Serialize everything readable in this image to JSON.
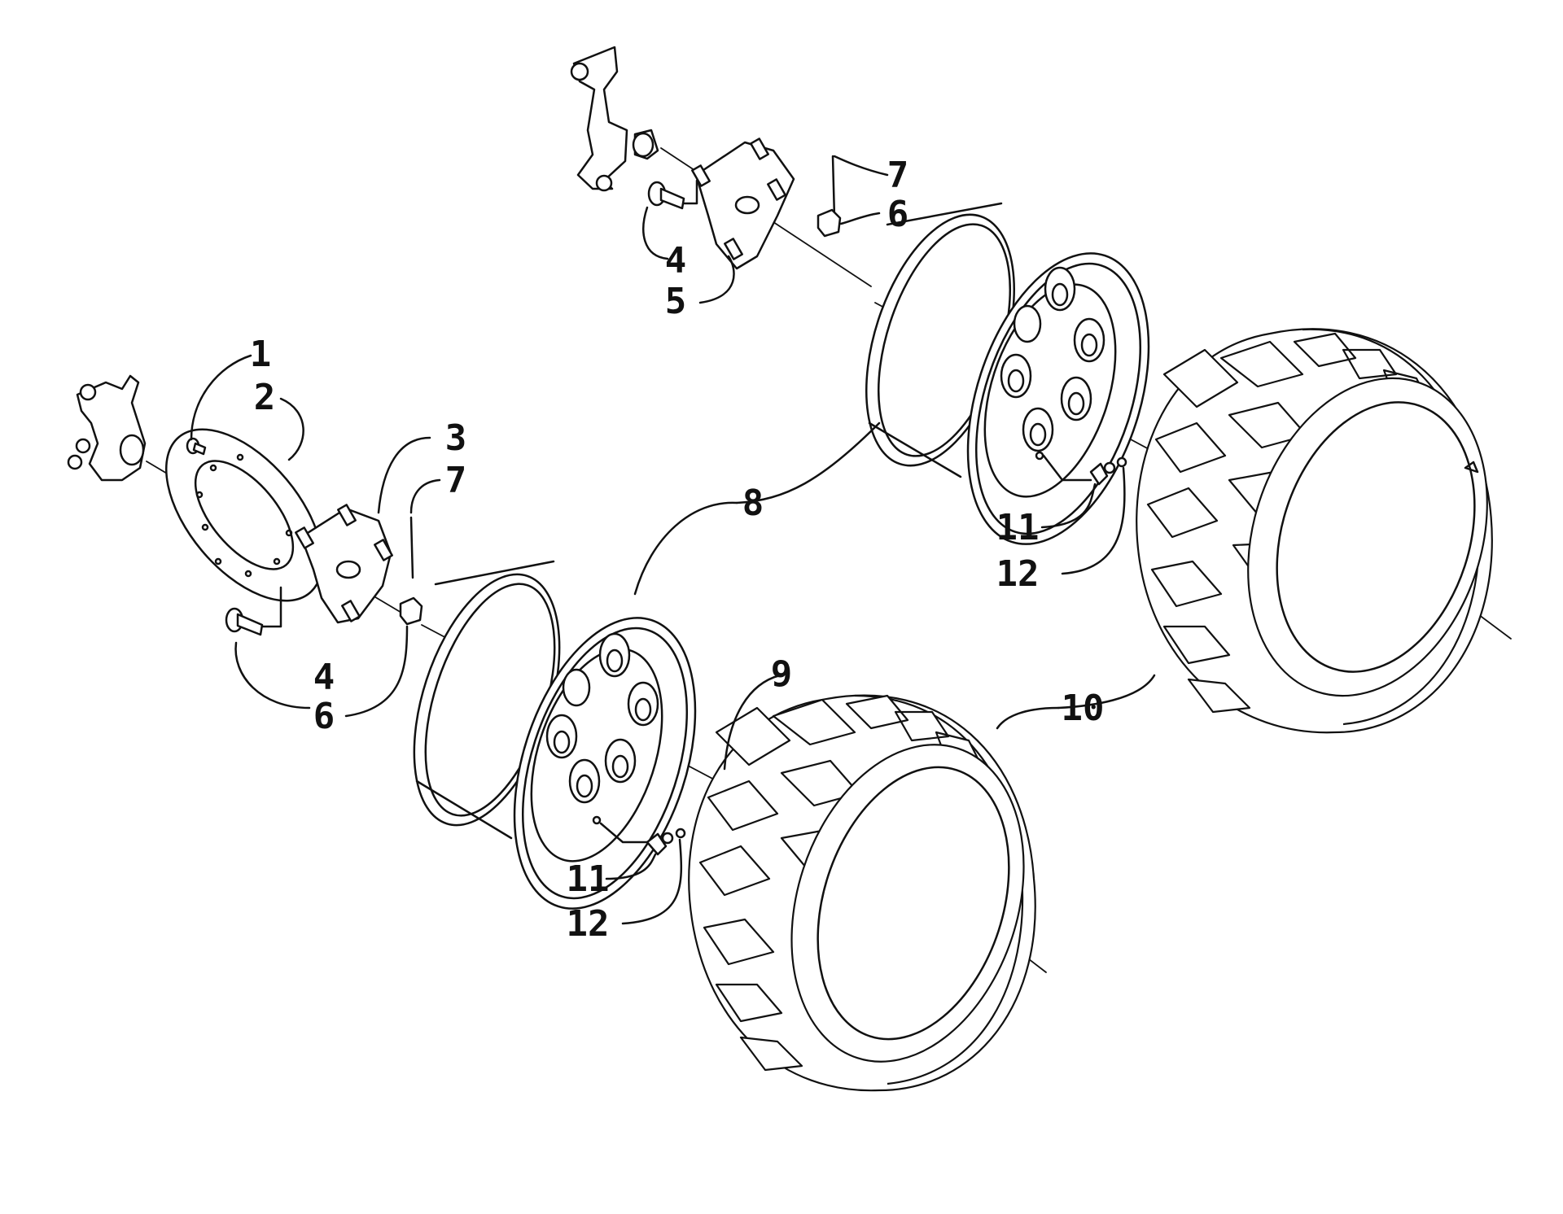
{
  "callouts": {
    "c1": "1",
    "c2": "2",
    "c3": "3",
    "c4_upper": "4",
    "c4_lower": "4",
    "c5": "5",
    "c6_upper": "6",
    "c6_lower": "6",
    "c7_upper": "7",
    "c7_lower": "7",
    "c8": "8",
    "c9": "9",
    "c10": "10",
    "c11_upper": "11",
    "c11_lower": "11",
    "c12_upper": "12",
    "c12_lower": "12"
  },
  "colors": {
    "ink": "#111111",
    "paper": "#ffffff"
  }
}
